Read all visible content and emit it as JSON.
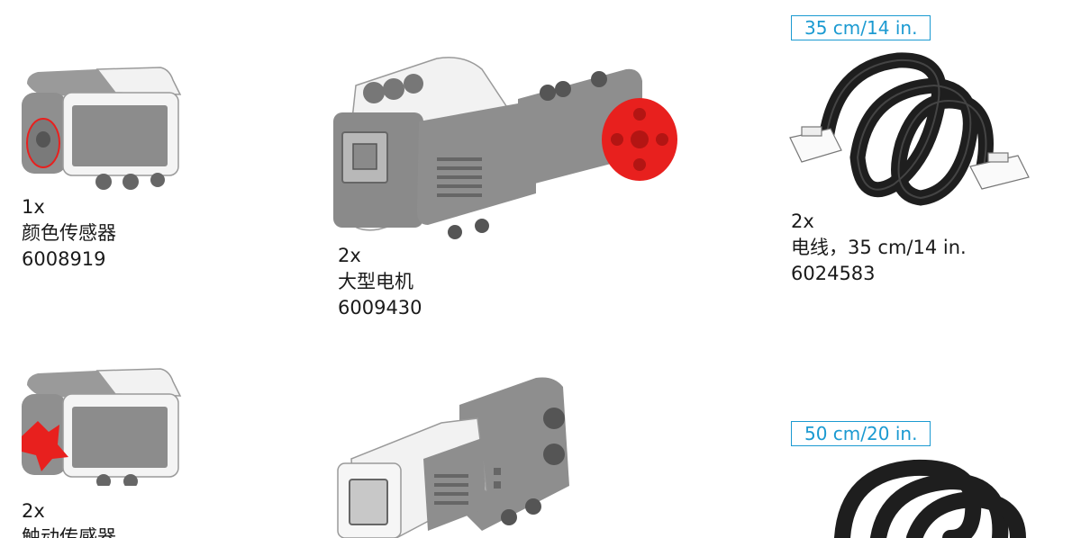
{
  "parts": [
    {
      "qty": "1x",
      "name": "颜色传感器",
      "number": "6008919"
    },
    {
      "qty": "2x",
      "name": "大型电机",
      "number": "6009430"
    },
    {
      "qty": "2x",
      "name": "电线，35 cm/14 in.",
      "number": "6024583"
    },
    {
      "qty": "2x",
      "name": "触动传感器",
      "number": ""
    }
  ],
  "cable_labels": {
    "cable_35": "35 cm/14 in.",
    "cable_50": "50 cm/20 in."
  },
  "colors": {
    "accent_blue": "#1b9ad1",
    "red": "#e8201e",
    "grey": "#8c8c8c",
    "white": "#f4f4f4"
  }
}
